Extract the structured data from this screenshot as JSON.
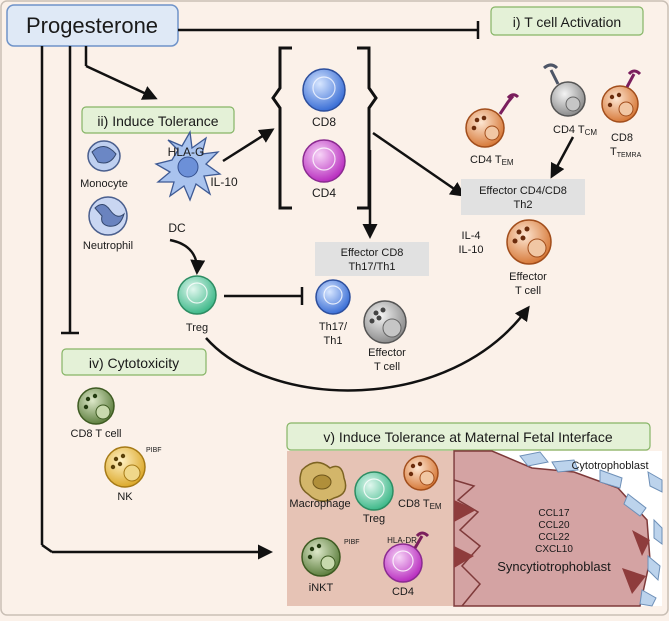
{
  "progesterone": "Progesterone",
  "sections": {
    "t_activation": "i) T cell Activation",
    "induce_tolerance": "ii) Induce Tolerance",
    "cytotoxicity": "iv) Cytotoxicity",
    "maternal_fetal": "v) Induce Tolerance at Maternal Fetal Interface"
  },
  "cells": {
    "monocyte": "Monocyte",
    "neutrophil": "Neutrophil",
    "hla_g": "HLA-G",
    "il10": "IL-10",
    "dc": "DC",
    "cd8": "CD8",
    "cd4": "CD4",
    "treg": "Treg",
    "th17_th1_a": "Th17/",
    "th17_th1_b": "Th1",
    "effector_a": "Effector",
    "effector_b": "T cell",
    "cd4_tem_base": "CD4 T",
    "tem_sub": "EM",
    "cd4_tcm_base": "CD4 T",
    "tcm_sub": "CM",
    "cd8_label": "CD8",
    "ttemra_base": "T",
    "temra_sub": "TEMRA",
    "il4": "IL-4",
    "il10b": "IL-10",
    "effector2_a": "Effector",
    "effector2_b": "T cell",
    "cd8_tcell": "CD8 T cell",
    "pibf": "PIBF",
    "nk": "NK"
  },
  "boxes": {
    "effector_cd8_a": "Effector CD8",
    "effector_cd8_b": "Th17/Th1",
    "effector_cd4cd8_a": "Effector CD4/CD8",
    "effector_cd4cd8_b": "Th2"
  },
  "interface": {
    "macrophage": "Macrophage",
    "treg": "Treg",
    "cd8_tem_base": "CD8 T",
    "tem_sub": "EM",
    "pibf": "PIBF",
    "hla_dr": "HLA-DR",
    "inkt": "iNKT",
    "cd4": "CD4",
    "cytotrophoblast": "Cytotrophoblast",
    "chemokines": [
      "CCL17",
      "CCL20",
      "CCL22",
      "CXCL10"
    ],
    "syncytiotrophoblast": "Syncytiotrophoblast"
  }
}
